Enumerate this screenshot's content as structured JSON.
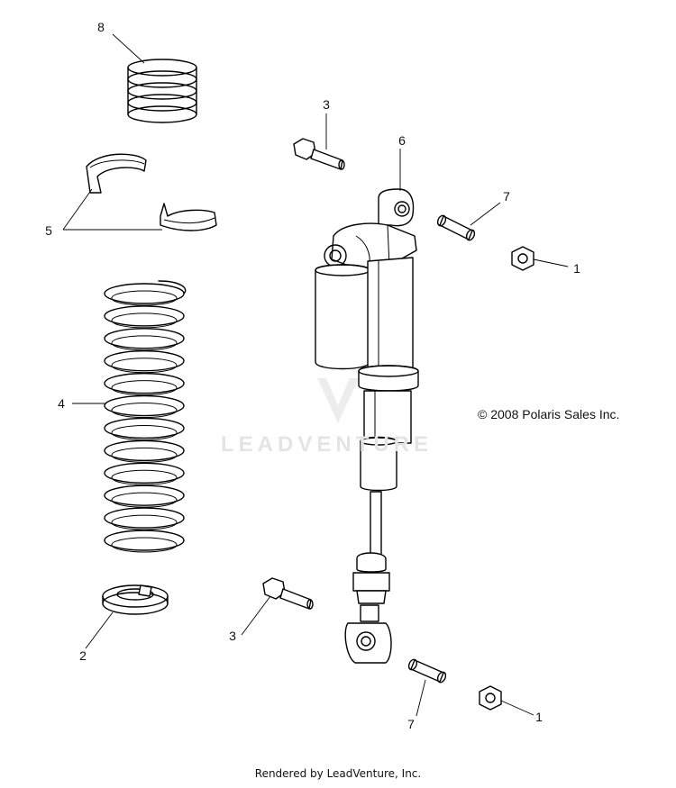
{
  "callouts": {
    "c8": "8",
    "c5": "5",
    "c4": "4",
    "c2": "2",
    "c3_top": "3",
    "c6": "6",
    "c7_top": "7",
    "c1_top": "1",
    "c3_bottom": "3",
    "c7_bottom": "7",
    "c1_bottom": "1"
  },
  "copyright": "© 2008 Polaris Sales Inc.",
  "watermark": "LEADVENTURE",
  "footer": "Rendered by LeadVenture, Inc."
}
